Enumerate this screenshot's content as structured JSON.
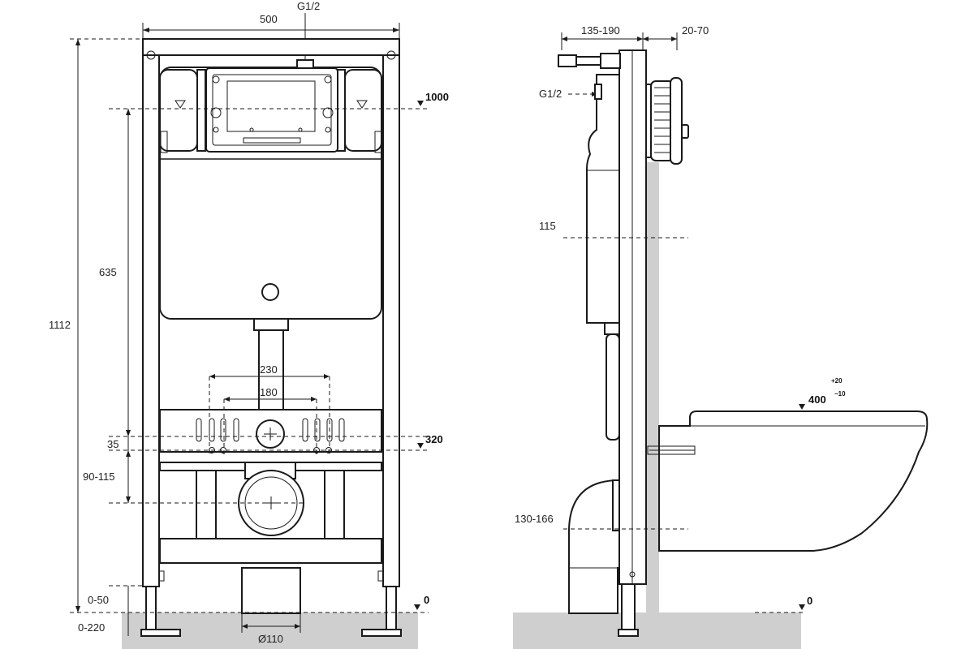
{
  "front_view": {
    "width_label": "500",
    "supply_label": "G1/2",
    "height_total": "1112",
    "height_tank": "635",
    "level_1000": "1000",
    "level_320": "320",
    "level_0": "0",
    "spacing_35": "35",
    "range_90_115": "90-115",
    "range_0_50": "0-50",
    "range_0_220": "0-220",
    "bolt_230": "230",
    "bolt_180": "180",
    "pipe_d110": "Ø110"
  },
  "side_view": {
    "range_135_190": "135-190",
    "range_20_70": "20-70",
    "supply_label": "G1/2",
    "dim_115": "115",
    "range_130_166": "130-166",
    "bowl_height": "400",
    "tol_plus": "+20",
    "tol_minus": "−10",
    "level_0": "0"
  }
}
